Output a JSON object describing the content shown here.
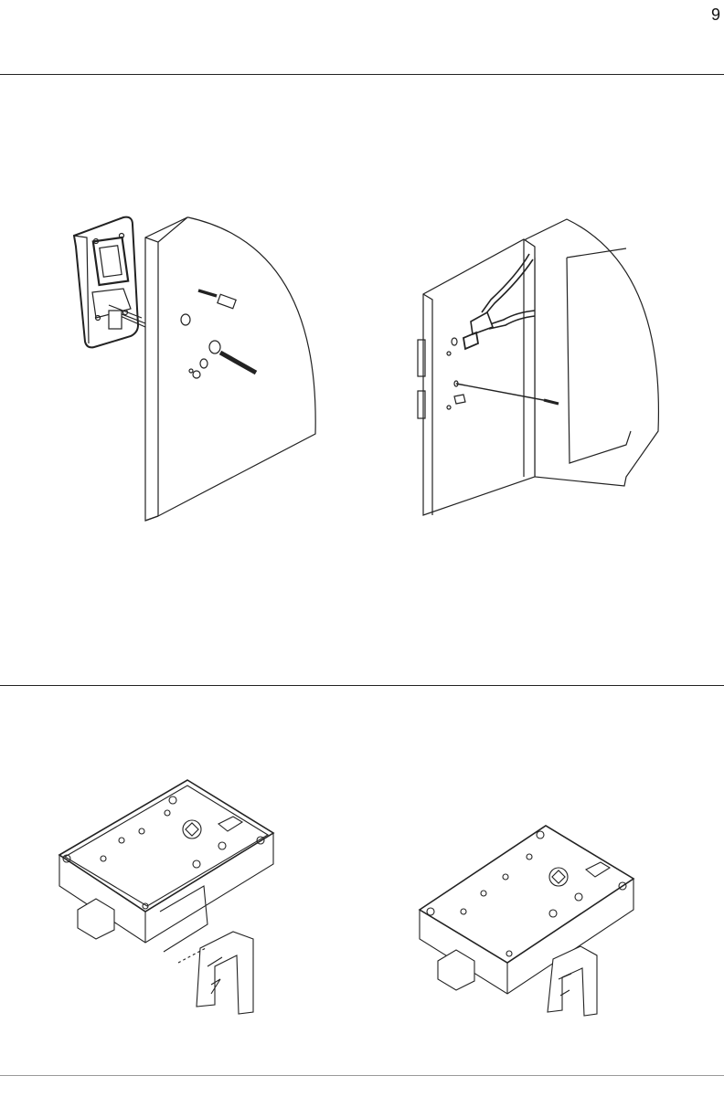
{
  "page": {
    "number": "9",
    "sections": [
      {
        "figures": [
          "keypad-mounting-illustration",
          "wire-threading-illustration"
        ]
      },
      {
        "figures": [
          "lock-body-with-bracket-separated",
          "lock-body-with-bracket-attached"
        ]
      }
    ]
  }
}
